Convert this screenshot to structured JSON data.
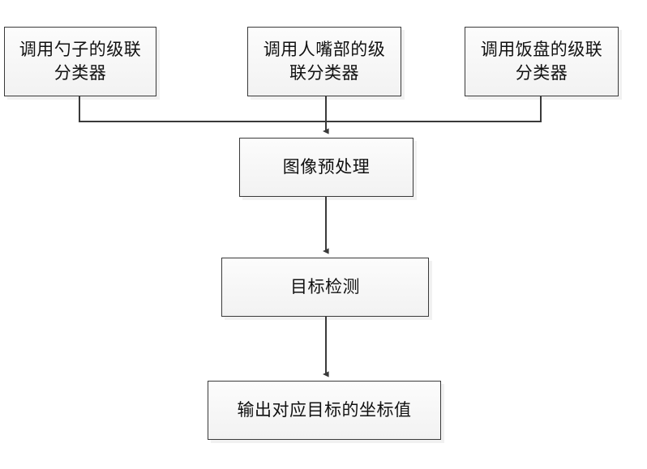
{
  "diagram": {
    "title": "",
    "background_color": "#ffffff",
    "node_fill_color": "#f4f4f4",
    "node_border_color": "#3a3a3a",
    "connector_color": "#3a3a3a",
    "nodes": [
      {
        "id": "spoon",
        "label": "调用勺子的级联\n分类器",
        "shape": "rectangle"
      },
      {
        "id": "mouth",
        "label": "调用人嘴部的级\n联分类器",
        "shape": "rectangle"
      },
      {
        "id": "plate",
        "label": "调用饭盘的级联\n分类器",
        "shape": "rectangle"
      },
      {
        "id": "pre",
        "label": "图像预处理",
        "shape": "rectangle"
      },
      {
        "id": "detect",
        "label": "目标检测",
        "shape": "rectangle"
      },
      {
        "id": "out",
        "label": "输出对应目标的坐标值",
        "shape": "rectangle"
      }
    ],
    "edges": [
      {
        "from": "spoon",
        "to": "pre",
        "style": "orthogonal",
        "arrow": false
      },
      {
        "from": "mouth",
        "to": "pre",
        "style": "straight",
        "arrow": true
      },
      {
        "from": "plate",
        "to": "pre",
        "style": "orthogonal",
        "arrow": false
      },
      {
        "from": "pre",
        "to": "detect",
        "style": "straight",
        "arrow": true
      },
      {
        "from": "detect",
        "to": "out",
        "style": "straight",
        "arrow": true
      }
    ]
  }
}
